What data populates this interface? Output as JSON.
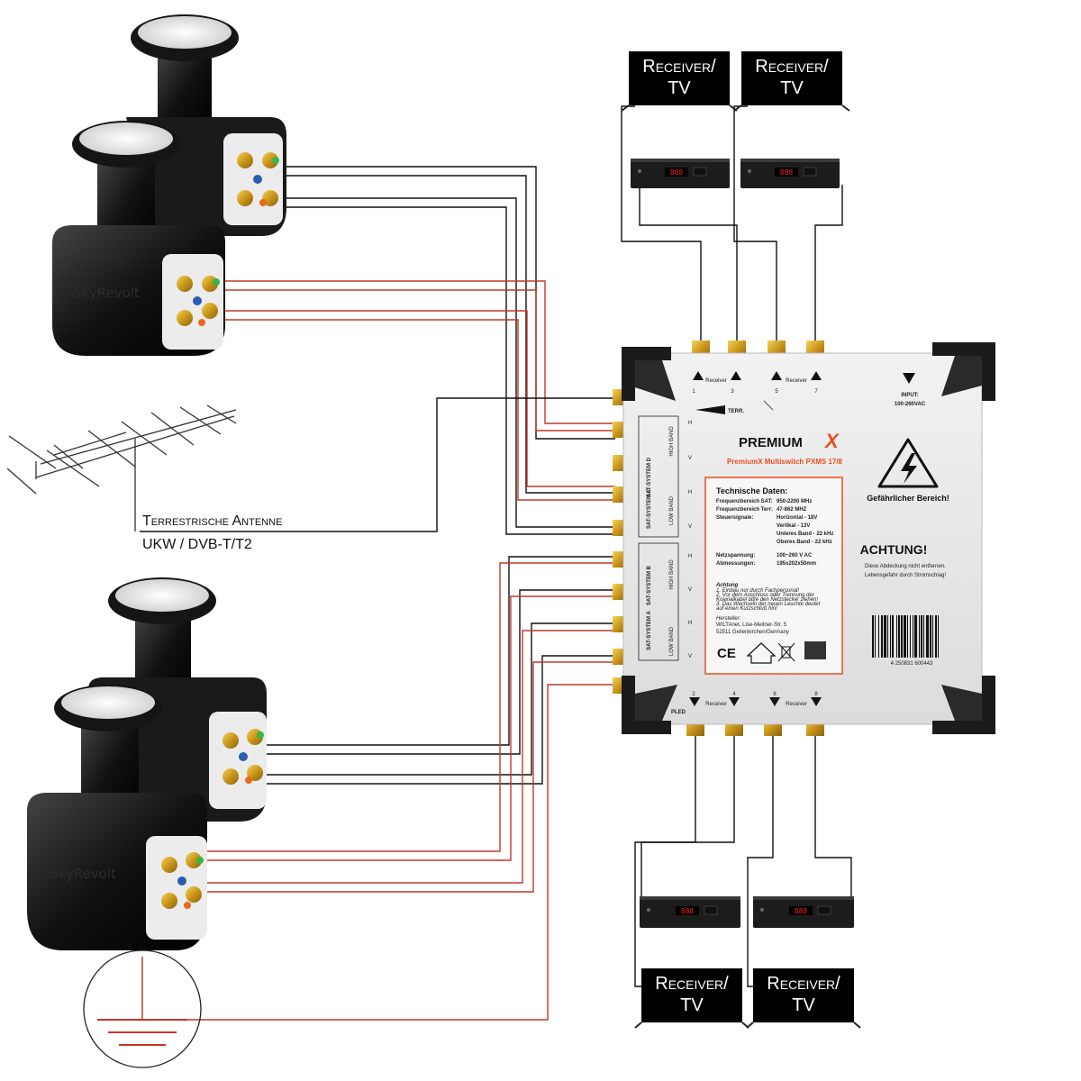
{
  "receiver_tv": {
    "line1": "Receiver/",
    "line2": "TV"
  },
  "antenna": {
    "line1": "Terrestrische Antenne",
    "line2": "UKW / DVB-T/T2"
  },
  "lnb_brand": "SkyRevolt",
  "multiswitch": {
    "brand": "PREMIUM",
    "brand_x": "X",
    "model": "PremiumX Multiswitch PXMS 17/8",
    "terr": "TERR.",
    "receiver_label": "Receiver",
    "top_ports": [
      "1",
      "3",
      "5",
      "7"
    ],
    "bottom_ports": [
      "2",
      "4",
      "6",
      "8"
    ],
    "input_label": "INPUT:",
    "input_value": "100-260VAC",
    "sat_c": "SAT-SYSTEM C",
    "sat_d": "SAT-SYSTEM D",
    "sat_a": "SAT-SYSTEM A",
    "sat_b": "SAT-SYSTEM B",
    "h": "H",
    "v": "V",
    "high_band": "HIGH BAND",
    "low_band": "LOW BAND",
    "tech_title": "Technische Daten:",
    "tech_rows": [
      [
        "Frequenzbereich SAT:",
        "950-2200 MHz"
      ],
      [
        "Frequenzbereich Terr:",
        "47-862 MHZ"
      ],
      [
        "Steuersignale:",
        "Horizontal - 18V"
      ],
      [
        "",
        "Vertikal - 13V"
      ],
      [
        "",
        "Unteres Band - 22 kHz"
      ],
      [
        "",
        "Oberes Band - 22 kHz"
      ],
      [
        "Netzspannung:",
        "100~260 V AC"
      ],
      [
        "Abmessungen:",
        "195x202x50mm"
      ]
    ],
    "achtung_small": "Achtung",
    "notes": [
      "1. Einbau nur durch Fachpersonal!",
      "2. Vor dem Anschluss oder Trennung der",
      "Koaxialkabel bitte den Netzstecker ziehen!",
      "3. Das Wechseln der neuen Leuchte deutet",
      "auf einen Kurzschluß hin!"
    ],
    "hersteller": "Hersteller:",
    "address": [
      "WILTAnet, Lise-Meitner-Str. 5",
      "52511 Geilenkirchen/Germany"
    ],
    "ce": "CE",
    "danger": "Gefährlicher Bereich!",
    "achtung": "ACHTUNG!",
    "warn_lines": [
      "Diese Abdeckung nicht entfernen.",
      "Lebensgefahr durch Stromschlag!"
    ],
    "barcode_num": "4 250831 600443",
    "pled": "PLED"
  },
  "colors": {
    "wire_black": "#111111",
    "wire_red": "#c0392b",
    "gold": "#d8a91a",
    "accent_red": "#e8501e",
    "green_port": "#39b54a",
    "blue_port": "#2a5db0",
    "orange_port": "#e86a1e"
  }
}
